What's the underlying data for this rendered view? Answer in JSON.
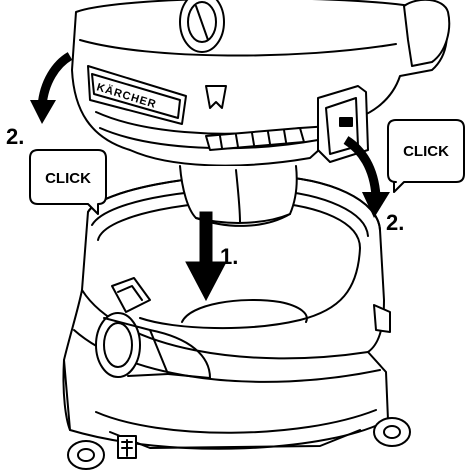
{
  "brand": "KÄRCHER",
  "callouts": {
    "click_left": "CLICK",
    "click_right": "CLICK"
  },
  "steps": {
    "step_insert": "1.",
    "step_latch_left": "2.",
    "step_latch_right": "2."
  },
  "colors": {
    "line": "#000000",
    "fill": "#ffffff",
    "shade": "#d9d9d9"
  },
  "icons": {
    "insert_arrow": "arrow-down-icon",
    "latch_arrow_left": "curved-arrow-down-icon",
    "latch_arrow_right": "curved-arrow-down-icon"
  }
}
